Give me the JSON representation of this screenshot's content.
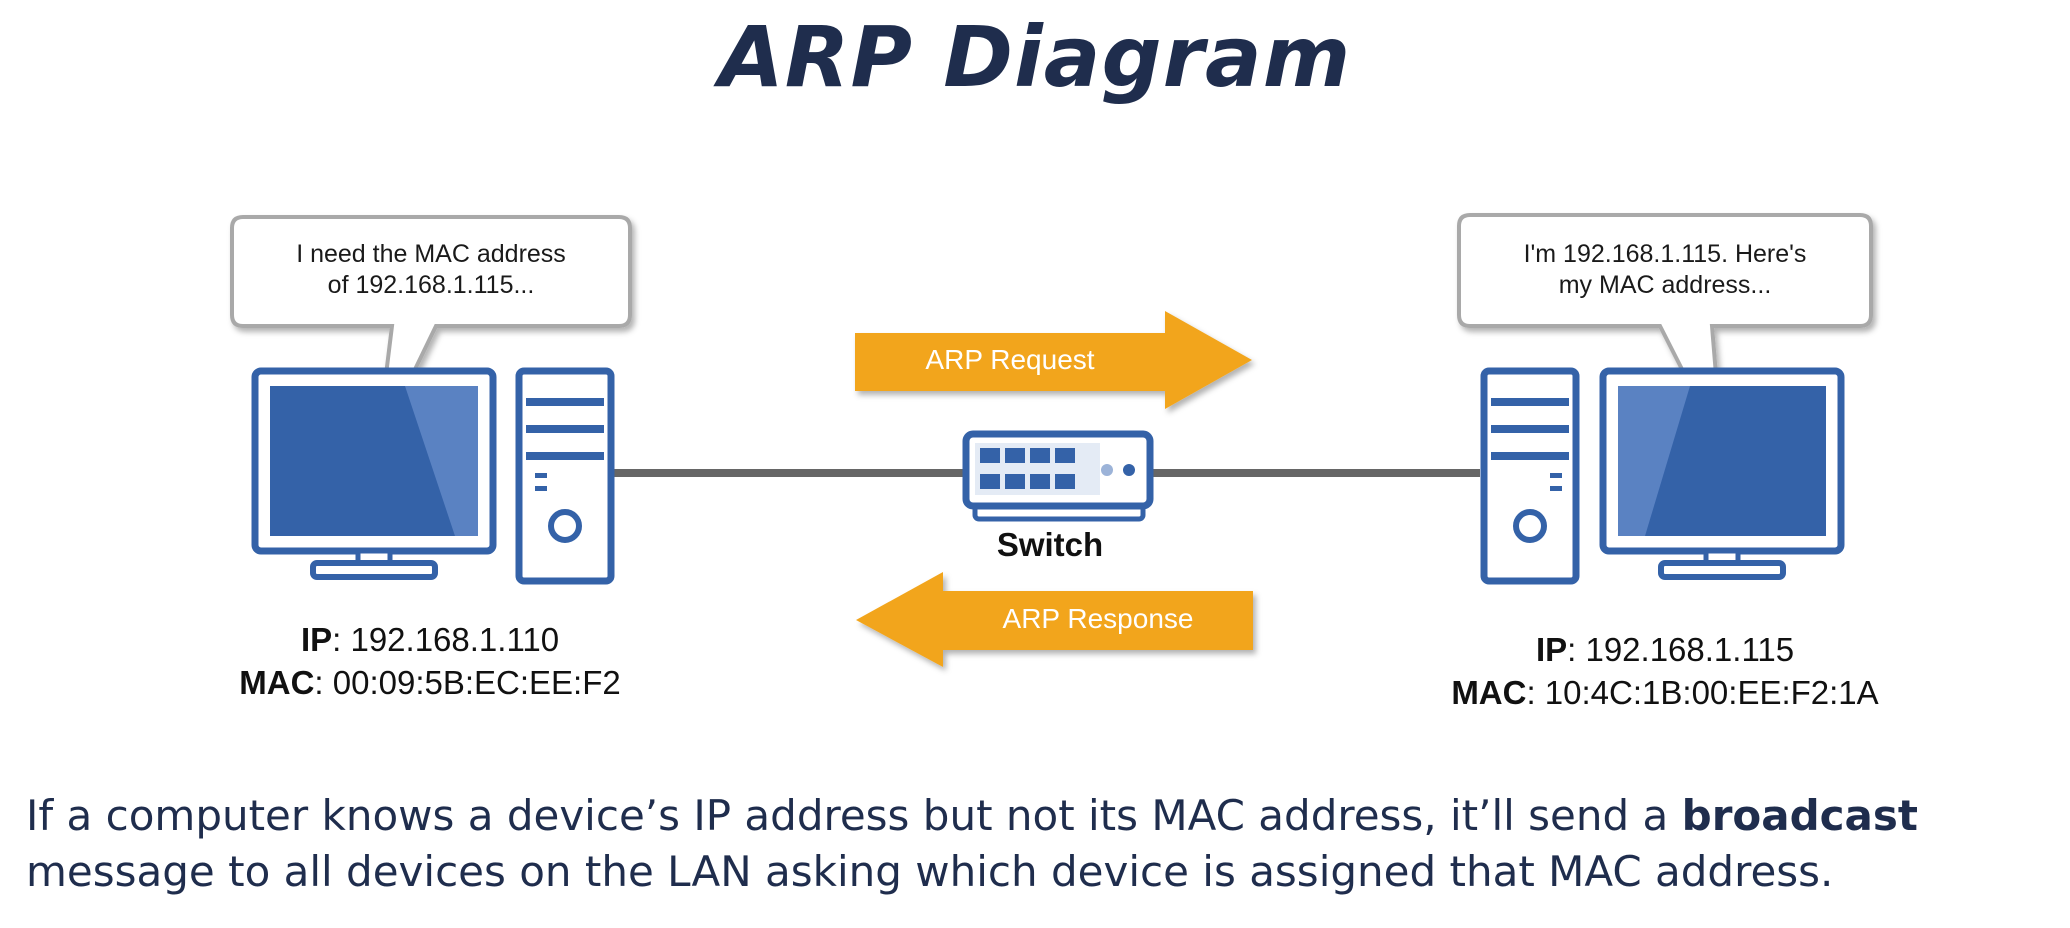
{
  "title": "ARP Diagram",
  "left_host": {
    "bubble_line1": "I need the MAC address",
    "bubble_line2": "of 192.168.1.115...",
    "ip_label": "IP",
    "ip_value": ": 192.168.1.110",
    "mac_label": "MAC",
    "mac_value": ": 00:09:5B:EC:EE:F2"
  },
  "right_host": {
    "bubble_line1": "I'm 192.168.1.115. Here's",
    "bubble_line2": "my MAC address...",
    "ip_label": "IP",
    "ip_value": ": 192.168.1.115",
    "mac_label": "MAC",
    "mac_value": ": 10:4C:1B:00:EE:F2:1A"
  },
  "switch_label": "Switch",
  "arrows": {
    "request_label": "ARP Request",
    "response_label": "ARP Response"
  },
  "caption": {
    "part1": "If a computer knows a device’s IP address but not its MAC address, it’ll send a ",
    "bold": "broadcast",
    "part2": "message to all devices on the LAN asking which device is assigned that MAC address."
  },
  "colors": {
    "title": "#1f2d4d",
    "device_blue": "#3462a8",
    "arrow_orange": "#f2a51c",
    "cable": "#666666"
  }
}
